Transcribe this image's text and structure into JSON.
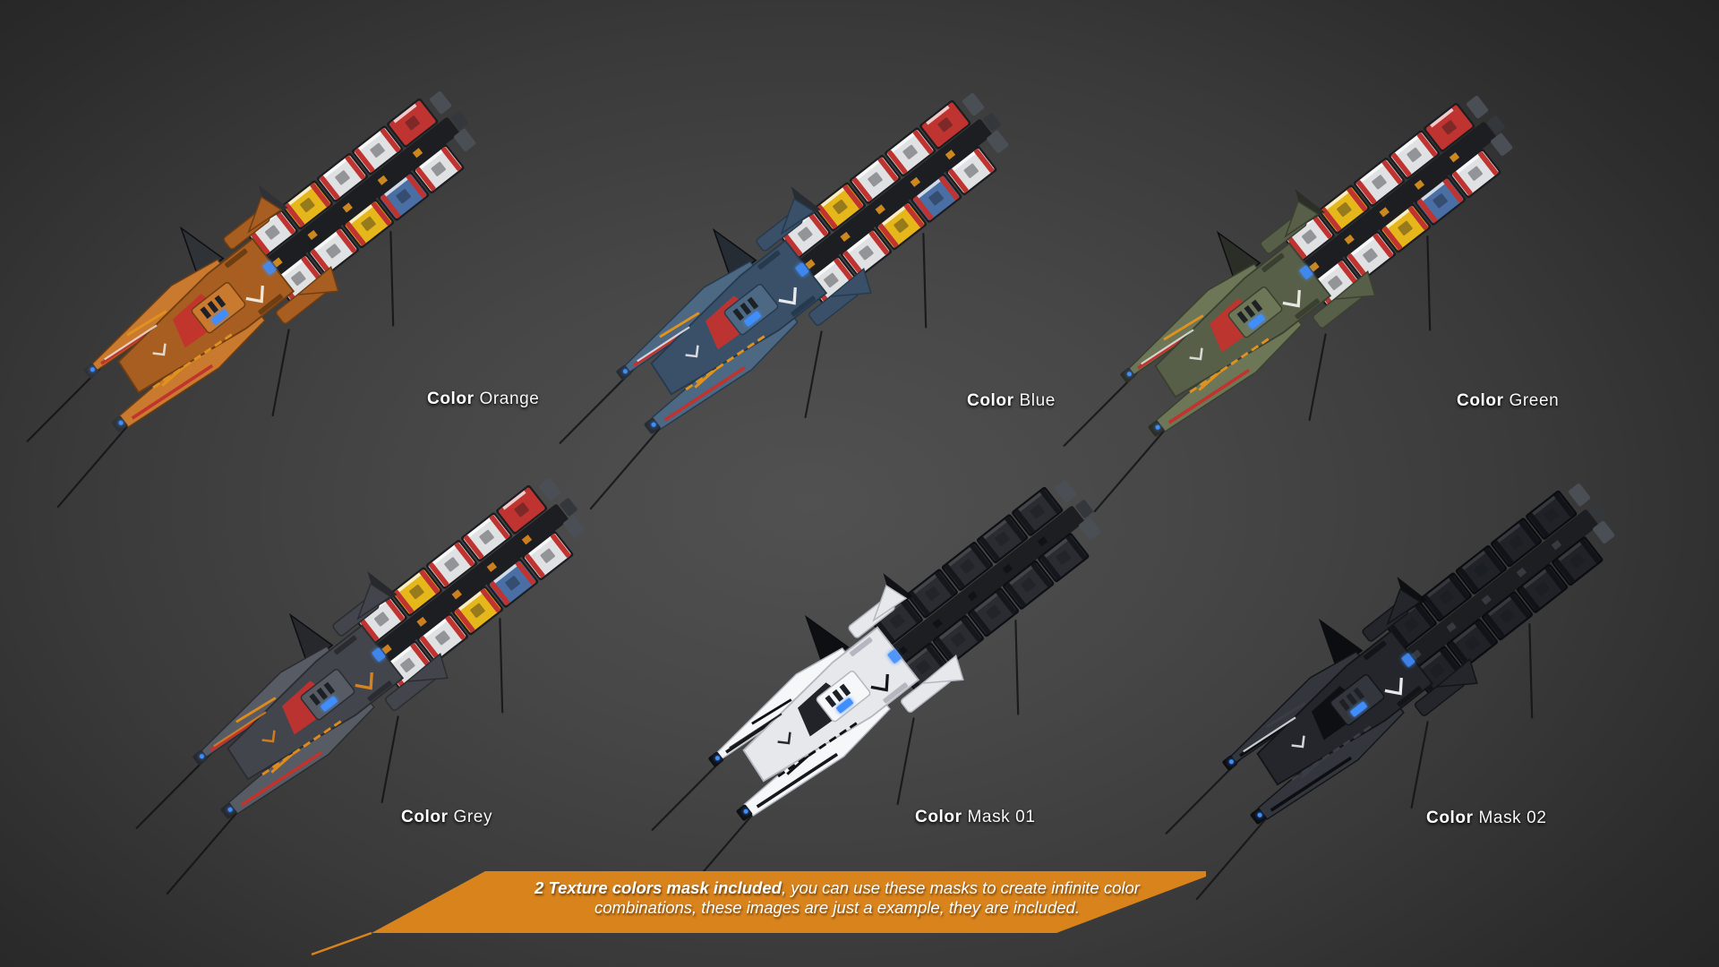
{
  "background": {
    "center_color": "#515151",
    "edge_color": "#222222"
  },
  "ships": {
    "label_prefix": "Color",
    "variants": [
      {
        "name": "orange",
        "label": "Orange",
        "colors": {
          "hull": "#a85e20",
          "hull_light": "#c97a2e",
          "hull_dark": "#6e3d12",
          "accent": "#c2332e",
          "accent2": "#e0921f",
          "fin": "#2f3237",
          "decal": "#ece7dc",
          "glow": "#3f8dfc",
          "containers_upper": [
            "#e0e1e3",
            "#e6b71b",
            "#e0e1e3",
            "#e0e1e3",
            "#bf3430"
          ],
          "containers_lower": [
            "#e0e1e3",
            "#e0e1e3",
            "#e6b71b",
            "#4a6fa5",
            "#e0e1e3"
          ],
          "container_end": "#bf3430",
          "container_frame": "#1b1d21",
          "roof_alpha": 0.75
        }
      },
      {
        "name": "blue",
        "label": "Blue",
        "colors": {
          "hull": "#3a5068",
          "hull_light": "#4c6882",
          "hull_dark": "#263a4e",
          "accent": "#c2332e",
          "accent2": "#e0921f",
          "fin": "#262c33",
          "decal": "#e6e9ee",
          "glow": "#3f8dfc",
          "containers_upper": [
            "#e0e1e3",
            "#e6b71b",
            "#e0e1e3",
            "#e0e1e3",
            "#bf3430"
          ],
          "containers_lower": [
            "#e0e1e3",
            "#e0e1e3",
            "#e6b71b",
            "#4a6fa5",
            "#e0e1e3"
          ],
          "container_end": "#bf3430",
          "container_frame": "#1b1d21",
          "roof_alpha": 0.75
        }
      },
      {
        "name": "green",
        "label": "Green",
        "colors": {
          "hull": "#585f48",
          "hull_light": "#6e7658",
          "hull_dark": "#3a4030",
          "accent": "#c2332e",
          "accent2": "#e0921f",
          "fin": "#2b2e27",
          "decal": "#e6e8e2",
          "glow": "#3f8dfc",
          "containers_upper": [
            "#e0e1e3",
            "#e6b71b",
            "#e0e1e3",
            "#e0e1e3",
            "#bf3430"
          ],
          "containers_lower": [
            "#e0e1e3",
            "#e0e1e3",
            "#e6b71b",
            "#4a6fa5",
            "#e0e1e3"
          ],
          "container_end": "#bf3430",
          "container_frame": "#1b1d21",
          "roof_alpha": 0.75
        }
      },
      {
        "name": "grey",
        "label": "Grey",
        "colors": {
          "hull": "#42454b",
          "hull_light": "#575b63",
          "hull_dark": "#2a2c31",
          "accent": "#c2332e",
          "accent2": "#e08a1e",
          "fin": "#26282c",
          "decal": "#d9831f",
          "glow": "#3f8dfc",
          "containers_upper": [
            "#e0e1e3",
            "#e6b71b",
            "#e0e1e3",
            "#e0e1e3",
            "#bf3430"
          ],
          "containers_lower": [
            "#e0e1e3",
            "#e0e1e3",
            "#e6b71b",
            "#4a6fa5",
            "#e0e1e3"
          ],
          "container_end": "#bf3430",
          "container_frame": "#1b1d21",
          "roof_alpha": 0.75
        }
      },
      {
        "name": "mask01",
        "label": "Mask 01",
        "colors": {
          "hull": "#e7e8eb",
          "hull_light": "#f6f7f9",
          "hull_dark": "#b4b7bf",
          "accent": "#17181d",
          "accent2": "#101116",
          "fin": "#0e0f13",
          "decal": "#141519",
          "glow": "#3f8dfc",
          "containers_upper": [
            "#2a2c32",
            "#2a2c32",
            "#2a2c32",
            "#2a2c32",
            "#2a2c32"
          ],
          "containers_lower": [
            "#2a2c32",
            "#2a2c32",
            "#2a2c32",
            "#2a2c32",
            "#2a2c32"
          ],
          "container_end": "#16171c",
          "container_frame": "#0e0f13",
          "roof_alpha": 0.12
        }
      },
      {
        "name": "mask02",
        "label": "Mask 02",
        "colors": {
          "hull": "#24262c",
          "hull_light": "#33363d",
          "hull_dark": "#131418",
          "accent": "#0d0e12",
          "accent2": "#3a3d44",
          "fin": "#0c0d10",
          "decal": "#e8e9ec",
          "glow": "#3f8dfc",
          "containers_upper": [
            "#202228",
            "#202228",
            "#202228",
            "#202228",
            "#202228"
          ],
          "containers_lower": [
            "#202228",
            "#202228",
            "#202228",
            "#202228",
            "#202228"
          ],
          "container_end": "#121318",
          "container_frame": "#0b0c10",
          "roof_alpha": 0.1
        }
      }
    ]
  },
  "banner": {
    "background_color": "#d9831c",
    "text_color": "#ffffff",
    "line1_bold": "2 Texture colors mask included",
    "line1_rest": ", you can use these masks to create infinite color",
    "line2": "combinations, these images are just a example, they are included."
  }
}
